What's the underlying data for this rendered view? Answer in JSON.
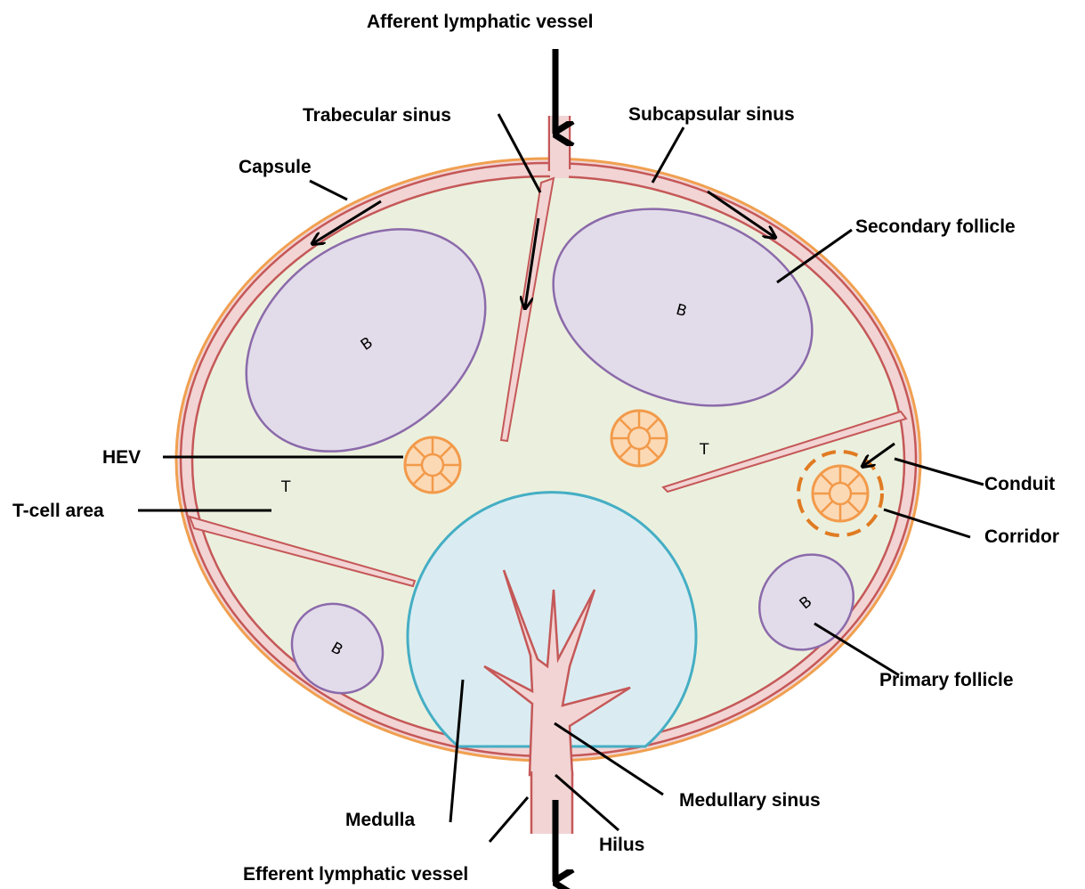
{
  "labels": {
    "afferent": "Afferent lymphatic vessel",
    "trabecular_sinus": "Trabecular sinus",
    "subcapsular_sinus": "Subcapsular sinus",
    "capsule": "Capsule",
    "secondary_follicle": "Secondary follicle",
    "hev": "HEV",
    "t_cell_area": "T-cell area",
    "conduit": "Conduit",
    "corridor": "Corridor",
    "primary_follicle": "Primary follicle",
    "medullary_sinus": "Medullary sinus",
    "medulla": "Medulla",
    "hilus": "Hilus",
    "efferent": "Efferent lymphatic vessel"
  },
  "inner_letters": {
    "b": "B",
    "t": "T"
  },
  "colors": {
    "capsule_outline": "#f0a050",
    "sinus_fill": "#f2d4d4",
    "sinus_line": "#c55858",
    "cortex_fill": "#ebf0de",
    "follicle_fill": "#e2dcea",
    "follicle_line": "#8b6aaa",
    "medulla_fill": "#daecf2",
    "medulla_line": "#45aec4",
    "hev_color": "#f29a4a",
    "hev_fill": "#fbd9b5",
    "corridor_color": "#e07b22"
  }
}
